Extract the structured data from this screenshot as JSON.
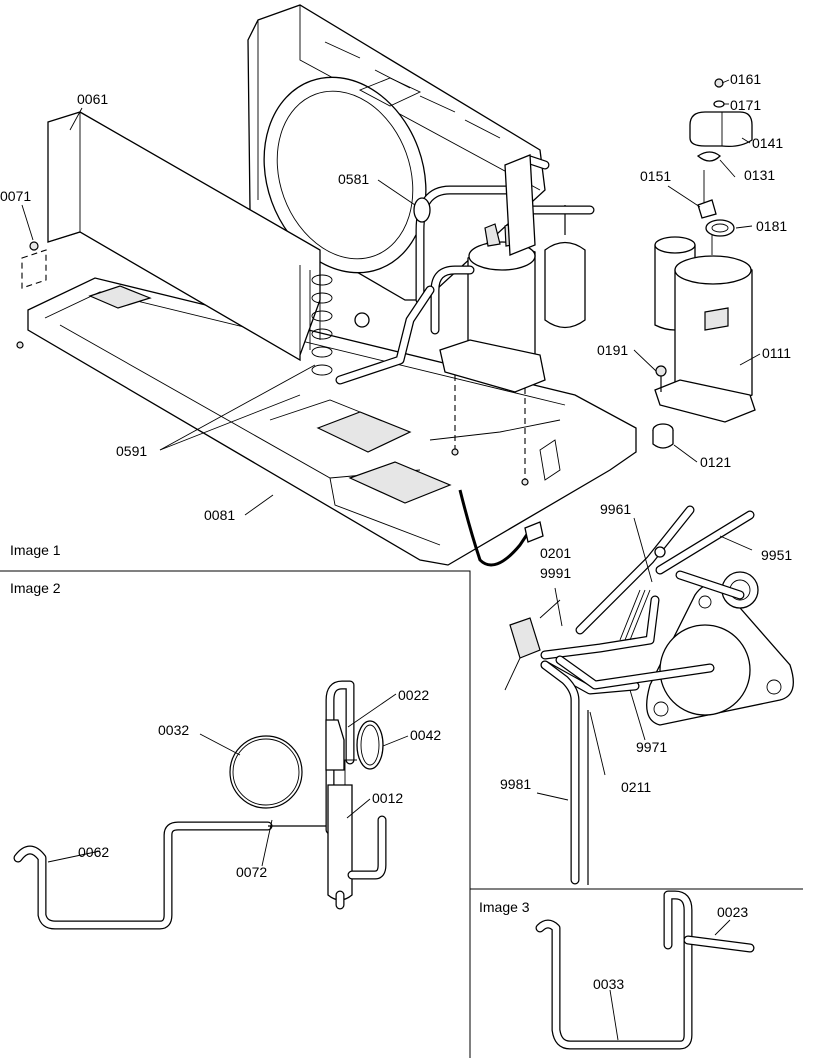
{
  "sections": {
    "image1": "Image 1",
    "image2": "Image 2",
    "image3": "Image 3"
  },
  "parts": {
    "p0061": "0061",
    "p0071": "0071",
    "p0581": "0581",
    "p0591": "0591",
    "p0081": "0081",
    "p0161": "0161",
    "p0171": "0171",
    "p0141": "0141",
    "p0131": "0131",
    "p0151": "0151",
    "p0181": "0181",
    "p0191": "0191",
    "p0111": "0111",
    "p0121": "0121",
    "p9961": "9961",
    "p9951": "9951",
    "p0201": "0201",
    "p9991": "9991",
    "p9971": "9971",
    "p0211": "0211",
    "p9981": "9981",
    "p0022": "0022",
    "p0032": "0032",
    "p0042": "0042",
    "p0012": "0012",
    "p0062": "0062",
    "p0072": "0072",
    "p0023": "0023",
    "p0033": "0033"
  }
}
